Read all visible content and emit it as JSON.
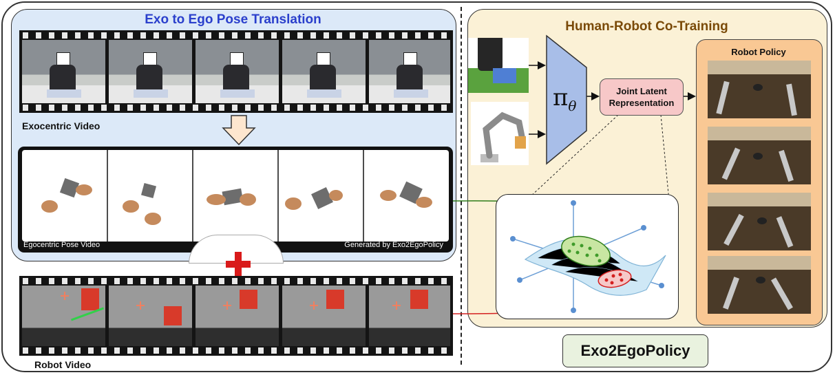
{
  "left": {
    "title": "Exo to Ego Pose Translation",
    "exo_caption": "Exocentric Video",
    "ego_caption_left": "Egocentric Pose Video",
    "ego_caption_right": "Generated by Exo2EgoPolicy",
    "robot_caption": "Robot Video"
  },
  "right": {
    "title": "Human-Robot Co-Training",
    "policy_symbol": "π",
    "policy_subscript": "θ",
    "joint_line1": "Joint Latent",
    "joint_line2": "Representation",
    "robot_policy_title": "Robot Policy"
  },
  "badge": {
    "label": "Exo2EgoPolicy"
  },
  "colors": {
    "left_panel": "#dce9f8",
    "right_panel": "#fbf1d6",
    "left_title": "#2a3fcc",
    "right_title": "#7a4a08",
    "policy_panel": "#f9c894",
    "joint_box": "#f7c8c8",
    "plus": "#d91a1a",
    "green_arrow": "#2e7d1a",
    "red_arrow": "#d42020",
    "badge_bg": "#e9f2df"
  }
}
